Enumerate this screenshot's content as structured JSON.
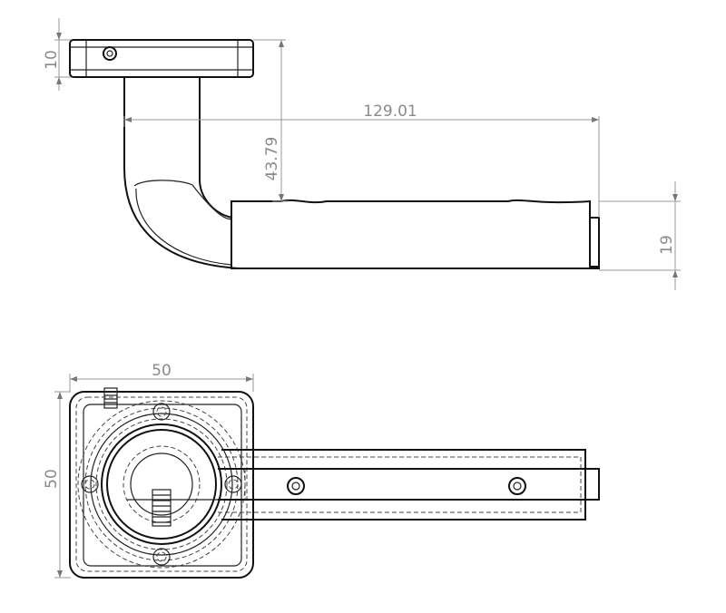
{
  "dimensions": {
    "rose_thickness": "10",
    "handle_length": "129.01",
    "handle_drop": "43.79",
    "grip_height": "19",
    "rose_width": "50",
    "rose_height": "50"
  },
  "colors": {
    "line": "#111111",
    "dimension": "#999999",
    "text": "#8a8a8a"
  }
}
